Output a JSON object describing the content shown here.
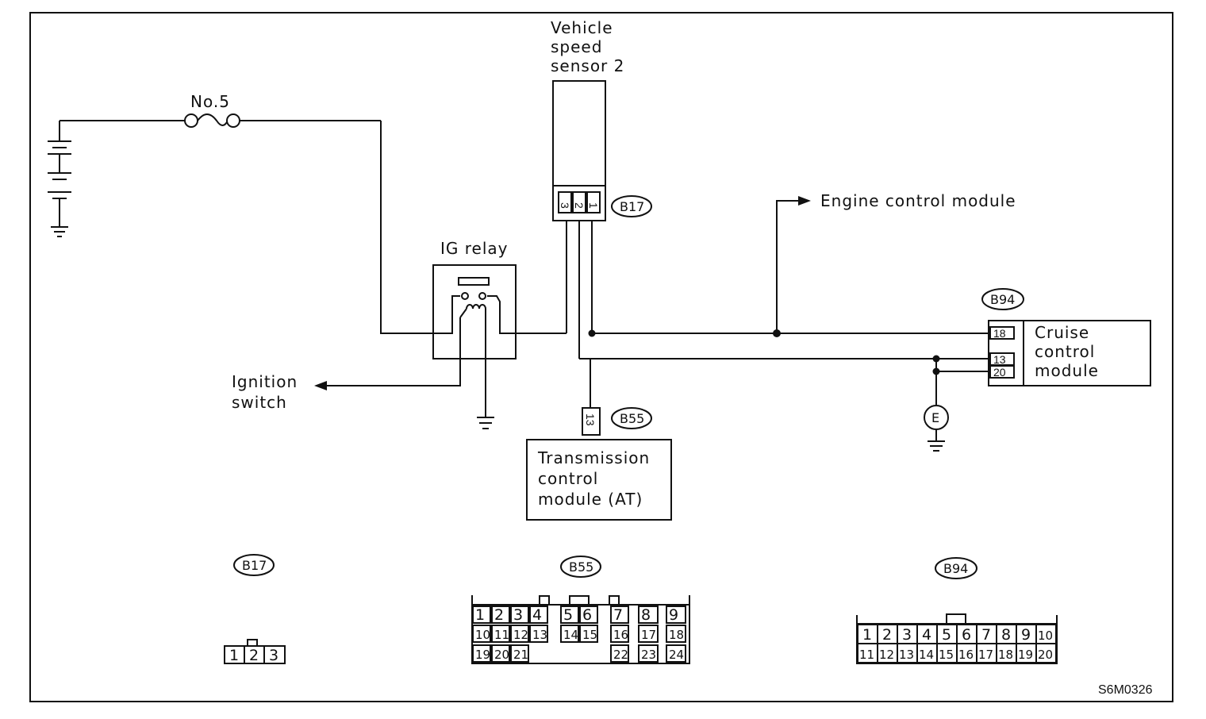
{
  "labels": {
    "vss_line1": "Vehicle",
    "vss_line2": "speed",
    "vss_line3": "sensor 2",
    "fuse": "No.5",
    "ig_relay": "IG relay",
    "ignition_line1": "Ignition",
    "ignition_line2": "switch",
    "ecm": "Engine control module",
    "ccm_line1": "Cruise",
    "ccm_line2": "control",
    "ccm_line3": "module",
    "tcm_line1": "Transmission",
    "tcm_line2": "control",
    "tcm_line3": "module (AT)",
    "ground_e": "E",
    "figure_code": "S6M0326"
  },
  "connector_tags": {
    "b17": "B17",
    "b55": "B55",
    "b94": "B94"
  },
  "vss_pins": [
    "3",
    "2",
    "1"
  ],
  "b55_wire_pin": "13",
  "b94_wire_pins": [
    "18",
    "13",
    "20"
  ],
  "connector_views": {
    "b17": {
      "tag": "B17",
      "pins": [
        "1",
        "2",
        "3"
      ]
    },
    "b55": {
      "tag": "B55",
      "row1": [
        "1",
        "2",
        "3",
        "4",
        "5",
        "6",
        "7",
        "8",
        "9"
      ],
      "row2": [
        "10",
        "11",
        "12",
        "13",
        "14",
        "15",
        "16",
        "17",
        "18"
      ],
      "row3": [
        "19",
        "20",
        "21",
        "22",
        "23",
        "24"
      ]
    },
    "b94": {
      "tag": "B94",
      "row1": [
        "1",
        "2",
        "3",
        "4",
        "5",
        "6",
        "7",
        "8",
        "9",
        "10"
      ],
      "row2": [
        "11",
        "12",
        "13",
        "14",
        "15",
        "16",
        "17",
        "18",
        "19",
        "20"
      ]
    }
  }
}
